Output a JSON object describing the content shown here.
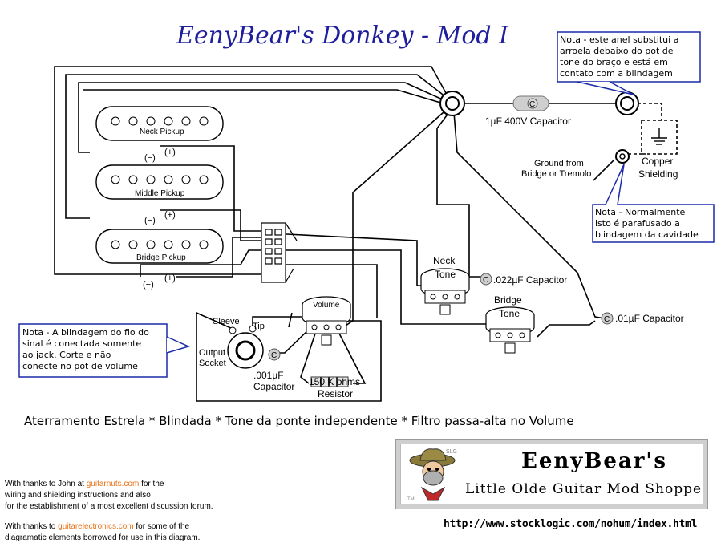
{
  "title": "EenyBear's Donkey - Mod I",
  "labels": {
    "neck_pickup": "Neck Pickup",
    "middle_pickup": "Middle Pickup",
    "bridge_pickup": "Bridge Pickup",
    "minus": "(−)",
    "plus": "(+)",
    "capacitor_1uf": "1µF 400V Capacitor",
    "ground_line1": "Ground from",
    "ground_line2": "Bridge or Tremolo",
    "copper_line1": "Copper",
    "copper_line2": "Shielding",
    "neck_tone_line1": "Neck",
    "neck_tone_line2": "Tone",
    "cap_022": ".022µF Capacitor",
    "bridge_tone_line1": "Bridge",
    "bridge_tone_line2": "Tone",
    "cap_01": ".01µF Capacitor",
    "volume": "Volume",
    "sleeve": "Sleeve",
    "tip": "Tip",
    "output_line1": "Output",
    "output_line2": "Socket",
    "cap_001_line1": ".001µF",
    "cap_001_line2": "Capacitor",
    "resistor_line1": "150 K ohms",
    "resistor_line2": "Resistor",
    "cap_symbol": "C"
  },
  "notes": {
    "top_right": [
      "Nota - este anel substitui a",
      "arroela debaixo do pot de",
      "tone do braço e está em",
      "contato com a blindagem"
    ],
    "middle_right": [
      "Nota - Normalmente",
      "isto é parafusado a",
      "blindagem da cavidade"
    ],
    "left": [
      "Nota - A blindagem do fio do",
      "sinal é conectada somente",
      "ao jack. Corte e não",
      "conecte no pot de volume"
    ]
  },
  "caption": "Aterramento Estrela * Blindada * Tone da ponte independente * Filtro passa-alta no Volume",
  "logo": {
    "name": "EenyBear's",
    "subtitle": "Little Olde Guitar Mod Shoppe",
    "slg": "SLG",
    "tm": "TM"
  },
  "url": "http://www.stocklogic.com/nohum/index.html",
  "credits": {
    "line1_pre": "With thanks to John at ",
    "line1_link": "guitarnuts.com",
    "line1_post": " for the",
    "line2": "wiring and shielding instructions and also",
    "line3": "for the establishment of a most excellent discussion forum.",
    "line4_pre": "With thanks to ",
    "line4_link": "guitarelectronics.com",
    "line4_post": " for some of the",
    "line5": "diagramatic elements borrowed for use in this diagram."
  },
  "colors": {
    "title": "#1f1f9e",
    "note_border": "#1a2aa8",
    "link": "#e8731a",
    "wire": "#000000"
  }
}
